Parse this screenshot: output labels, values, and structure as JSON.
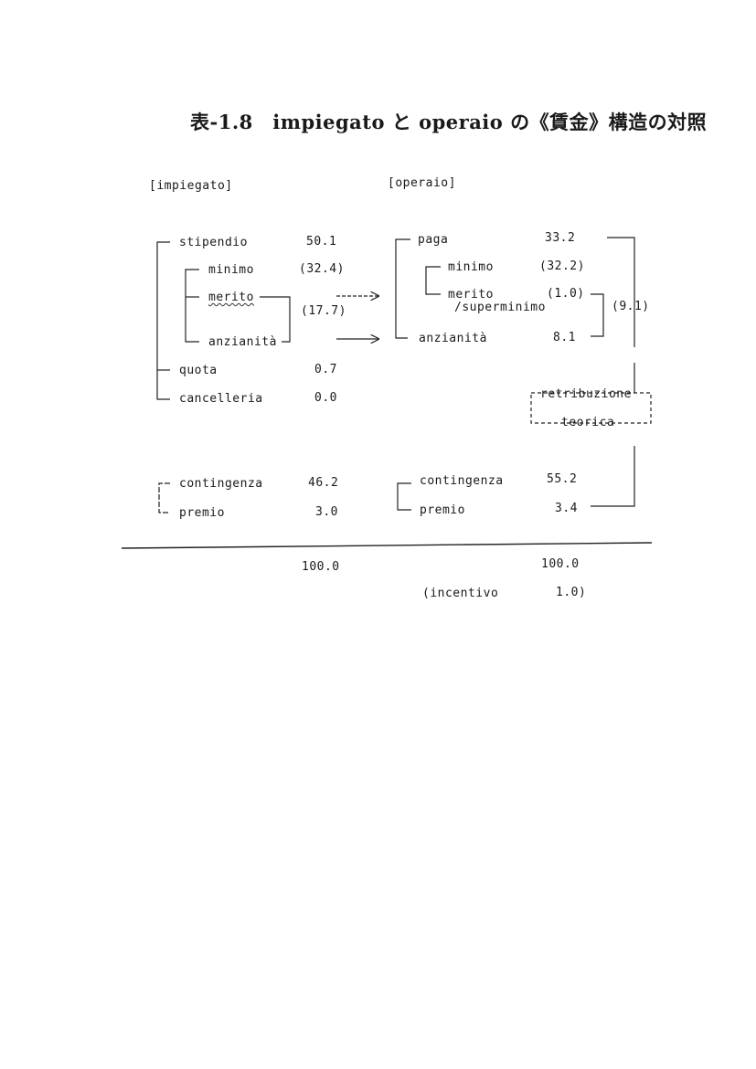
{
  "title": "表-1.8　impiegato と operaio の《賃金》構造の対照",
  "impiegato": {
    "header": "[impiegato]",
    "stipendio": {
      "label": "stipendio",
      "value": "50.1"
    },
    "minimo": {
      "label": "minimo",
      "value": "(32.4)"
    },
    "merito": {
      "label": "merito"
    },
    "merito_anzianita_value": "(17.7)",
    "anzianita": {
      "label": "anzianità"
    },
    "quota": {
      "label": "quota",
      "value": "0.7"
    },
    "cancelleria": {
      "label": "cancelleria",
      "value": "0.0"
    },
    "contingenza": {
      "label": "contingenza",
      "value": "46.2"
    },
    "premio": {
      "label": "premio",
      "value": "3.0"
    },
    "total": "100.0"
  },
  "operaio": {
    "header": "[operaio]",
    "paga": {
      "label": "paga",
      "value": "33.2"
    },
    "minimo": {
      "label": "minimo",
      "value": "(32.2)"
    },
    "merito": {
      "label": "merito",
      "sub": "/superminimo",
      "value": "(1.0)"
    },
    "group_value": "(9.1)",
    "anzianita": {
      "label": "anzianità",
      "value": "8.1"
    },
    "retribuzione": {
      "line1": "retribuzione",
      "line2": "teorica"
    },
    "contingenza": {
      "label": "contingenza",
      "value": "55.2"
    },
    "premio": {
      "label": "premio",
      "value": "3.4"
    },
    "total": "100.0",
    "incentivo": {
      "label": "(incentivo",
      "value": "1.0)"
    }
  }
}
